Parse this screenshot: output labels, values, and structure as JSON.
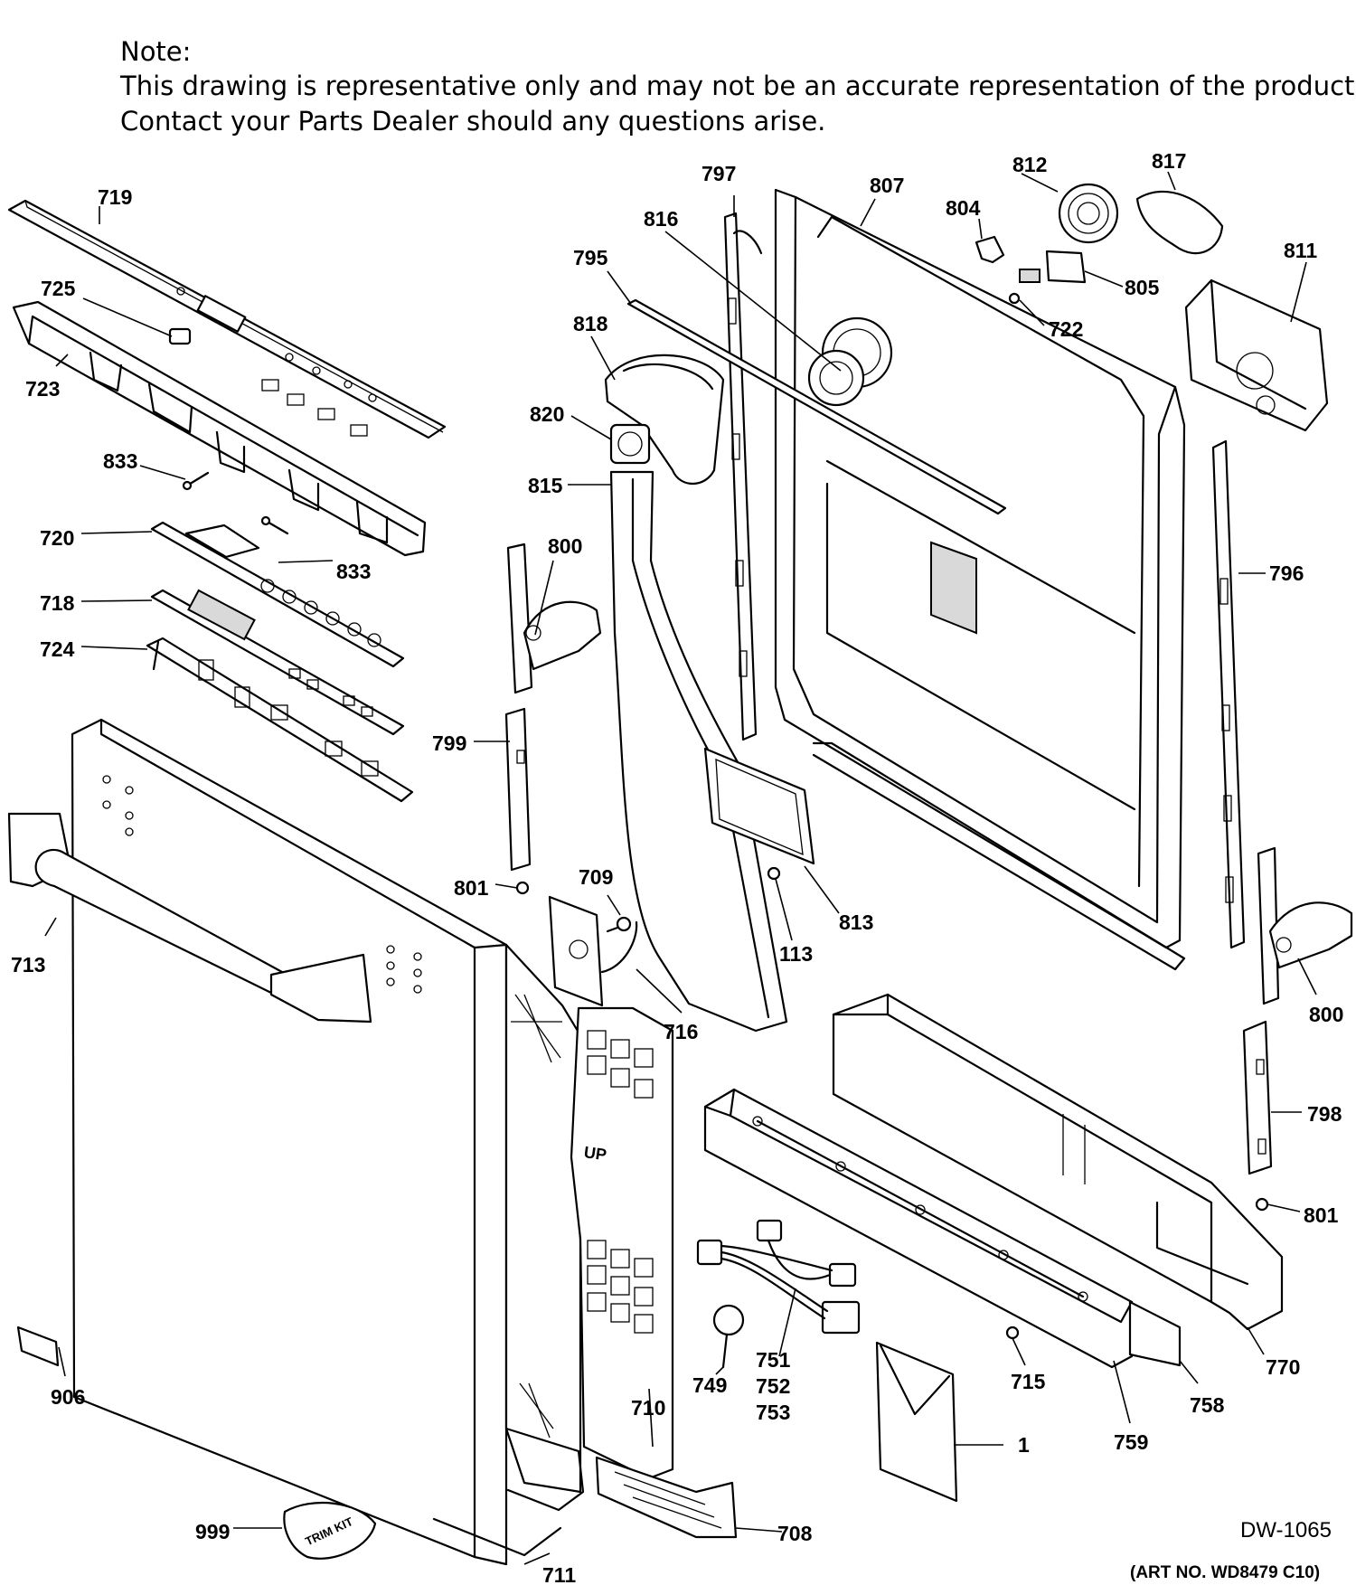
{
  "note": {
    "heading": "Note:",
    "line1": "This drawing is representative only and may not be an accurate representation of the product.",
    "line2": "Contact your Parts Dealer should any questions arise."
  },
  "callouts": {
    "p719": "719",
    "p725": "725",
    "p723": "723",
    "p833a": "833",
    "p833b": "833",
    "p720": "720",
    "p718": "718",
    "p724": "724",
    "p713": "713",
    "p906": "906",
    "p999": "999",
    "p711": "711",
    "p797": "797",
    "p807": "807",
    "p812": "812",
    "p817": "817",
    "p816": "816",
    "p804": "804",
    "p811": "811",
    "p795": "795",
    "p805": "805",
    "p722": "722",
    "p818": "818",
    "p820": "820",
    "p815": "815",
    "p800a": "800",
    "p796": "796",
    "p799": "799",
    "p801a": "801",
    "p709": "709",
    "p813": "813",
    "p113": "113",
    "p716": "716",
    "p800b": "800",
    "p798": "798",
    "p801b": "801",
    "p710": "710",
    "p749": "749",
    "p751": "751",
    "p752": "752",
    "p753": "753",
    "p715": "715",
    "p770": "770",
    "p758": "758",
    "p759": "759",
    "p1": "1",
    "p708": "708"
  },
  "embossed": {
    "up": "UP",
    "trim_kit": "TRIM KIT"
  },
  "footer": {
    "drawing_id": "DW-1065",
    "art_no": "(ART NO. WD8479 C10)"
  }
}
